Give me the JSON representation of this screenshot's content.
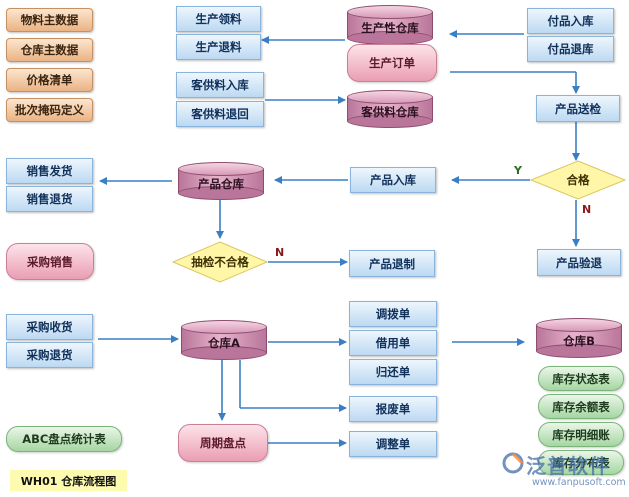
{
  "nodes": {
    "material_master": "物料主数据",
    "warehouse_master": "仓库主数据",
    "price_list": "价格清单",
    "batch_mask": "批次掩码定义",
    "prod_pick": "生产领料",
    "prod_return": "生产退料",
    "prod_wh": "生产性仓库",
    "prod_order": "生产订单",
    "sub_in": "付品入库",
    "sub_out": "付品退库",
    "cust_in": "客供料入库",
    "cust_back": "客供料退回",
    "cust_wh": "客供料仓库",
    "prod_inspect": "产品送检",
    "sales_ship": "销售发货",
    "sales_return": "销售退货",
    "prod_wh2": "产品仓库",
    "prod_in": "产品入库",
    "qualified": "合格",
    "purchase_sales": "采购销售",
    "spot_fail": "抽检不合格",
    "prod_return2": "产品退制",
    "prod_retest": "产品验退",
    "purchase_recv": "采购收货",
    "purchase_return": "采购退货",
    "wh_a": "仓库A",
    "transfer": "调拨单",
    "borrow": "借用单",
    "giveback": "归还单",
    "scrap": "报废单",
    "adjust": "调整单",
    "wh_b": "仓库B",
    "rep_status": "库存状态表",
    "rep_balance": "库存余额表",
    "rep_detail": "库存明细账",
    "rep_dist": "库存分布表",
    "abc_stats": "ABC盘点统计表",
    "cycle_count": "周期盘点"
  },
  "edge_labels": {
    "yes": "Y",
    "no_right": "N",
    "no_left": "N"
  },
  "title": "WH01 仓库流程图",
  "watermark": {
    "name": "泛普软件",
    "url": "www.fanpusoft.com"
  },
  "colors": {
    "arrow": "#3a7fc4",
    "label_yes": "#2d6b1f",
    "label_no": "#8a1a1a"
  }
}
